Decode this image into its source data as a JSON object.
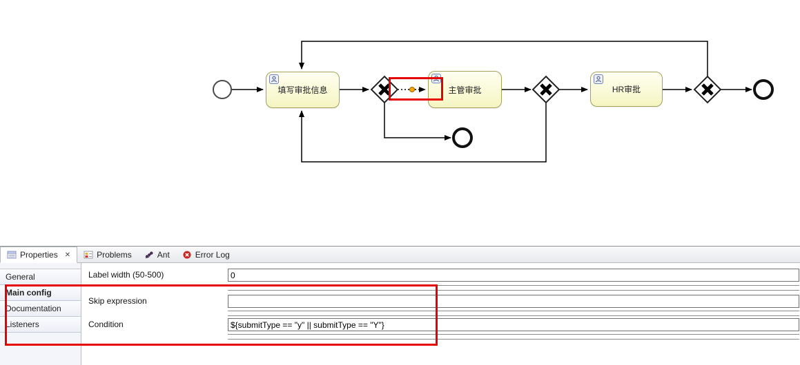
{
  "canvas": {
    "tasks": [
      {
        "label": "填写审批信息"
      },
      {
        "label": "主管审批"
      },
      {
        "label": "HR审批"
      }
    ]
  },
  "panel": {
    "tabs": [
      {
        "label": "Properties",
        "close_glyph": "✕"
      },
      {
        "label": "Problems"
      },
      {
        "label": "Ant"
      },
      {
        "label": "Error Log"
      }
    ],
    "sidebar": [
      "General",
      "Main config",
      "Documentation",
      "Listeners"
    ],
    "form": {
      "rows": [
        {
          "label": "Label width (50-500)",
          "value": "0"
        },
        {
          "label": "Skip expression",
          "value": ""
        },
        {
          "label": "Condition",
          "value": "${submitType == \"y\" || submitType == \"Y\"}"
        }
      ]
    }
  },
  "icons": {
    "properties_tab": "form-grid-icon",
    "problems_tab": "problems-table-icon",
    "ant_tab": "ant-icon",
    "error_log_tab": "error-log-icon",
    "close": "✕",
    "user_task": "person-in-rounded-square",
    "flow_midpoint": "orange-bendpoint-dot"
  },
  "colors": {
    "highlight": "#e60000",
    "task_fill": "#f5f5c2",
    "task_border": "#a2a25a",
    "bendpoint": "#ffa500"
  }
}
